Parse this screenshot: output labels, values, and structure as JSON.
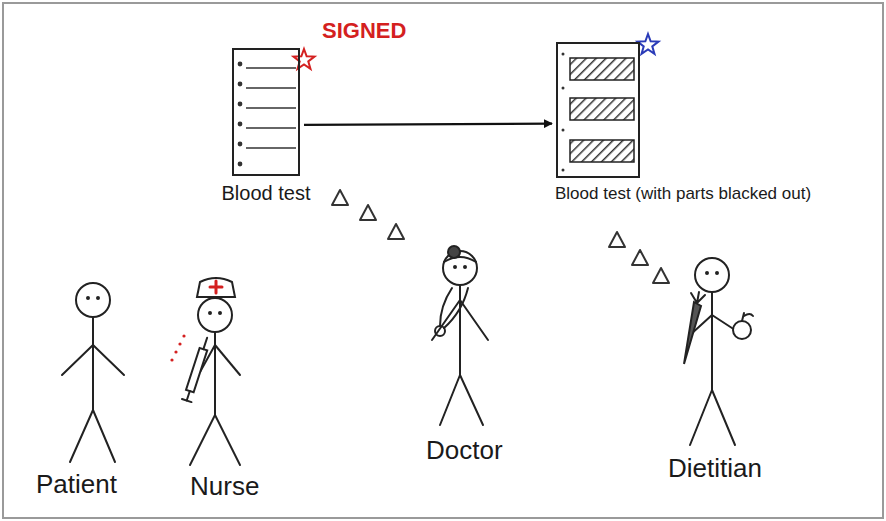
{
  "diagram": {
    "nodes": [
      {
        "text": [
          "SIGNED",
          "Blood test"
        ]
      },
      {
        "text": [
          "Blood test (with parts blacked out)"
        ]
      }
    ],
    "edges": [
      {
        "from": 0,
        "to": 1,
        "arrow": "to"
      }
    ],
    "labels": [
      "Patient",
      "Nurse",
      "Doctor",
      "Dietitian"
    ]
  }
}
